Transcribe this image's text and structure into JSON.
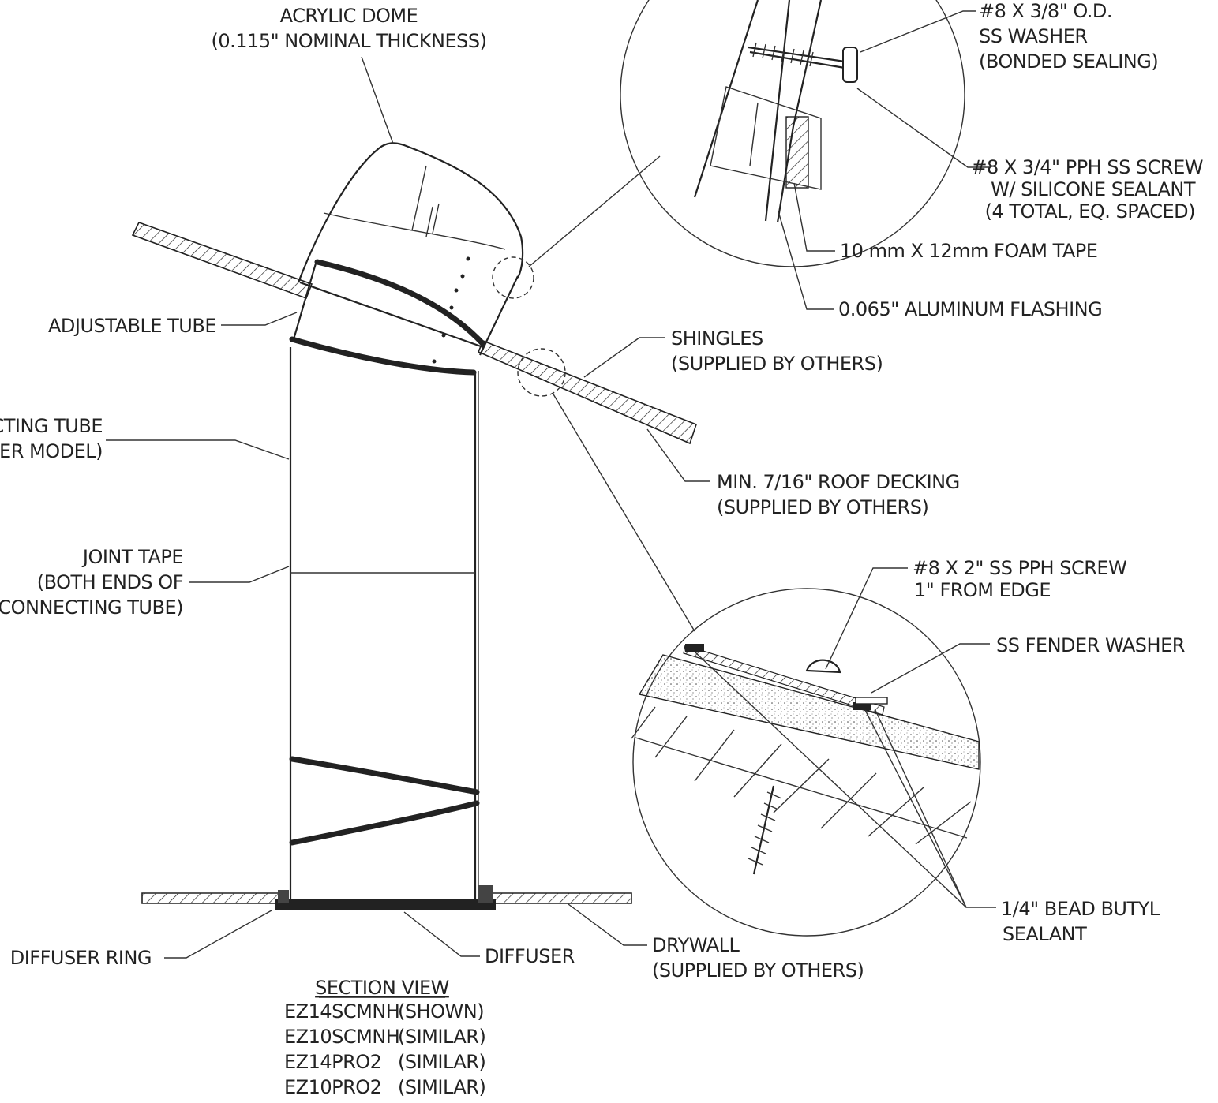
{
  "colors": {
    "ink": "#222222",
    "background": "#ffffff"
  },
  "labels": {
    "acrylic_dome_1": "ACRYLIC  DOME",
    "acrylic_dome_2": "(0.115\" NOMINAL THICKNESS)",
    "adjustable_tube": "ADJUSTABLE TUBE",
    "connecting_tube_1": "CTING TUBE",
    "connecting_tube_2": "PER MODEL)",
    "joint_tape_1": "JOINT TAPE",
    "joint_tape_2": "(BOTH ENDS OF",
    "joint_tape_3": "CONNECTING TUBE)",
    "diffuser_ring": "DIFFUSER RING",
    "diffuser": "DIFFUSER",
    "drywall_1": "DRYWALL",
    "drywall_2": "(SUPPLIED BY OTHERS)",
    "shingles_1": "SHINGLES",
    "shingles_2": "(SUPPLIED BY OTHERS)",
    "roof_decking_1": "MIN. 7/16\" ROOF DECKING",
    "roof_decking_2": "(SUPPLIED BY OTHERS)",
    "washer_1": "#8 X 3/8\" O.D.",
    "washer_2": "SS WASHER",
    "washer_3": "(BONDED SEALING)",
    "pph_screw_1": "#8 X 3/4\" PPH SS SCREW",
    "pph_screw_2": "W/ SILICONE SEALANT",
    "pph_screw_3": "(4 TOTAL, EQ. SPACED)",
    "foam_tape": "10 mm X 12mm FOAM TAPE",
    "flashing": "0.065\" ALUMINUM FLASHING",
    "ss_screw_1": "#8 X 2\" SS PPH SCREW",
    "ss_screw_2": "1\" FROM EDGE",
    "fender_washer": "SS FENDER WASHER",
    "butyl_1": "1/4\" BEAD BUTYL",
    "butyl_2": "SEALANT"
  },
  "section_view": {
    "title": "SECTION VIEW",
    "models": [
      {
        "model": "EZ14SCMNH",
        "note": "(SHOWN)"
      },
      {
        "model": "EZ10SCMNH",
        "note": "(SIMILAR)"
      },
      {
        "model": "EZ14PRO2",
        "note": "(SIMILAR)"
      },
      {
        "model": "EZ10PRO2",
        "note": "(SIMILAR)"
      }
    ]
  }
}
